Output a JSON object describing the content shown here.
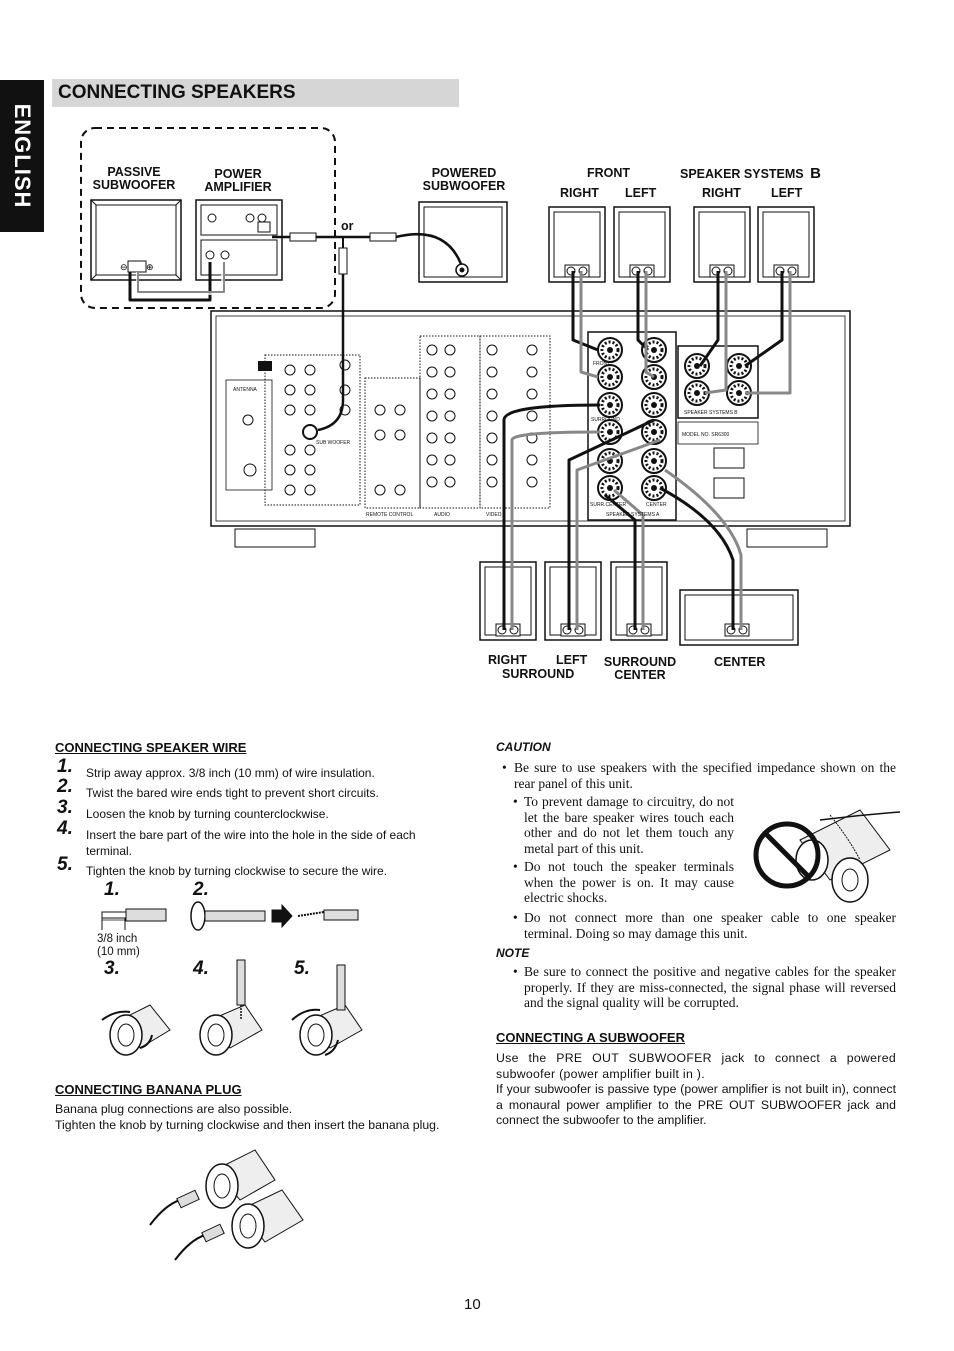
{
  "side_tab": "ENGLISH",
  "section_title": "CONNECTING SPEAKERS",
  "diagram": {
    "passive_subwoofer": [
      "PASSIVE",
      "SUBWOOFER"
    ],
    "power_amplifier": [
      "POWER",
      "AMPLIFIER"
    ],
    "or_label": "or",
    "powered_subwoofer": [
      "POWERED",
      "SUBWOOFER"
    ],
    "front": "FRONT",
    "speaker_systems": "SPEAKER SYSTEMS",
    "speaker_systems_b": "B",
    "front_right": "RIGHT",
    "front_left": "LEFT",
    "b_right": "RIGHT",
    "b_left": "LEFT",
    "surround_right": "RIGHT",
    "surround_left": "LEFT",
    "surround": "SURROUND",
    "surround_center": [
      "SURROUND",
      "CENTER"
    ],
    "center": "CENTER",
    "panel_front": "FRONT",
    "panel_surround": "SURROUND",
    "panel_surr_center": "SURR.CENTER",
    "panel_center": "CENTER",
    "panel_speaker_systems_b": "SPEAKER SYSTEMS B",
    "panel_speaker_systems_a": "SPEAKER SYSTEMS A",
    "panel_sub_woofer": "SUB WOOFER",
    "panel_antenna": "ANTENNA",
    "panel_remote_control": "REMOTE CONTROL",
    "panel_audio": "AUDIO",
    "panel_video": "VIDEO",
    "panel_model": "MODEL NO. SR6300"
  },
  "speaker_wire": {
    "heading": "CONNECTING SPEAKER WIRE",
    "steps": [
      {
        "num": "1.",
        "text": "Strip away approx. 3/8 inch (10 mm) of wire insulation."
      },
      {
        "num": "2.",
        "text": "Twist the bared wire ends tight to prevent short circuits."
      },
      {
        "num": "3.",
        "text": "Loosen the knob by turning counterclockwise."
      },
      {
        "num": "4.",
        "text": "Insert the bare part of the wire into the hole in the side of each terminal."
      },
      {
        "num": "5.",
        "text": "Tighten the knob by turning clockwise to secure the wire."
      }
    ],
    "fig_labels": [
      "1.",
      "2.",
      "3.",
      "4.",
      "5."
    ],
    "measure": [
      "3/8 inch",
      "(10 mm)"
    ]
  },
  "banana_plug": {
    "heading": "CONNECTING BANANA PLUG",
    "line1": "Banana plug connections are also possible.",
    "line2": "Tighten the knob by turning clockwise and then insert the banana plug."
  },
  "caution": {
    "heading": "CAUTION",
    "items": [
      "Be sure to use speakers with the specified impedance shown on the rear panel of this unit.",
      "To prevent damage to circuitry, do not let the bare speaker wires touch each other and do not let them touch any metal part of this unit.",
      "Do not touch the speaker terminals when the power is on.  It may cause electric shocks.",
      "Do not connect more than one speaker cable to one speaker terminal. Doing so may damage this unit."
    ]
  },
  "note": {
    "heading": "NOTE",
    "items": [
      "Be sure to connect the positive and negative cables for the speaker properly. If they are miss-connected, the signal phase will reversed and the signal quality will be corrupted."
    ]
  },
  "subwoofer": {
    "heading": "CONNECTING A SUBWOOFER",
    "para1": "Use the PRE OUT SUBWOOFER jack to connect a powered subwoofer (power amplifier built in ).",
    "para2": "If your subwoofer is passive type (power amplifier is not built in), connect a monaural power amplifier to the PRE OUT SUBWOOFER jack and connect the subwoofer to the amplifier."
  },
  "page_number": "10"
}
